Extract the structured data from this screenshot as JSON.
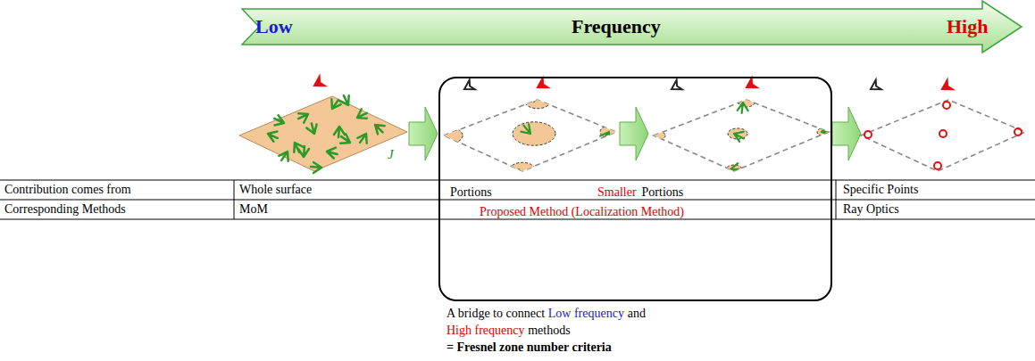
{
  "diagram": {
    "nodes": [
      {
        "text": [
          "Low",
          "Frequency",
          "High"
        ]
      },
      {
        "text": [
          "Portions",
          "Smaller",
          "Portions",
          "Proposed Method (Localization Method)"
        ]
      }
    ],
    "labels": [
      "Contribution comes from",
      "Whole surface",
      "Specific Points",
      "Corresponding Methods",
      "MoM",
      "Ray Optics",
      "J",
      "A bridge to connect",
      "Low frequency",
      "and",
      "High frequency",
      "methods",
      "= Fresnel zone number criteria"
    ]
  }
}
